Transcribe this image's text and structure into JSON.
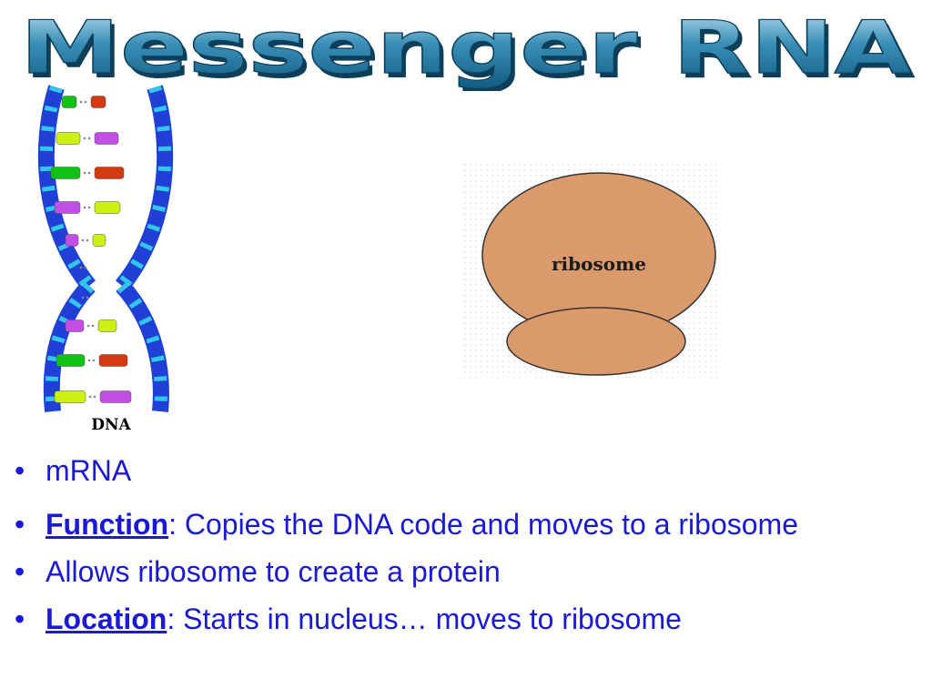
{
  "slide": {
    "title": "Messenger RNA",
    "dna_label": "DNA",
    "ribosome_label": "ribosome",
    "colors": {
      "title_fill": "#3a8fb7",
      "title_highlight": "#bfe4f2",
      "title_shadow": "#0d3f5a",
      "dna_backbone": "#1f3fd6",
      "dna_tick": "#33c6ea",
      "base_green": "#12c212",
      "base_red": "#d43a12",
      "base_yellow": "#ccf014",
      "base_purple": "#c24ee6",
      "ribosome_fill": "#da9a6c",
      "bullet_text": "#1a1ad6"
    },
    "bullets": [
      {
        "keyword": "",
        "text": "mRNA"
      },
      {
        "keyword": "Function",
        "text": ": Copies the DNA code and moves to a ribosome"
      },
      {
        "keyword": "",
        "text": "Allows ribosome to create a protein"
      },
      {
        "keyword": "Location",
        "text": ": Starts in nucleus… moves to ribosome"
      }
    ]
  }
}
